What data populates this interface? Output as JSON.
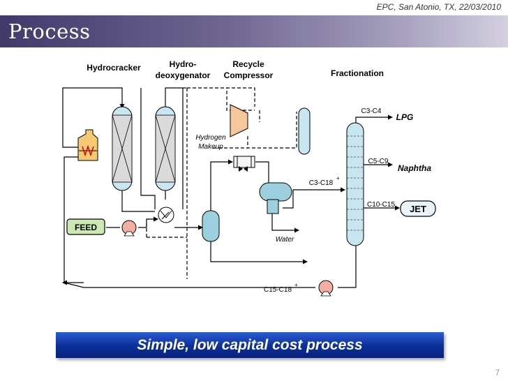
{
  "header": {
    "event": "EPC, San Atonio, TX, 22/03/2010"
  },
  "slide": {
    "title": "Process",
    "page_number": "7"
  },
  "diagram": {
    "labels": {
      "hydrocracker": "Hydrocracker",
      "hydro_line1": "Hydro-",
      "hydro_line2": "deoxygenator",
      "recycle_line1": "Recycle",
      "recycle_line2": "Compressor",
      "fractionation": "Fractionation",
      "hydrogen_line1": "Hydrogen",
      "hydrogen_line2": "Makeup",
      "feed": "FEED",
      "water": "Water",
      "c3c4": "C3-C4",
      "lpg": "LPG",
      "c5c9": "C5-C9",
      "naphtha": "Naphtha",
      "c3c18": "C3-C18",
      "c3c18_sup": "+",
      "c10c15": "C10-C15",
      "jet": "JET",
      "c15c18": "C15-C18",
      "c15c18_sup": "+"
    }
  },
  "footer": {
    "tagline": "Simple, low capital cost process"
  },
  "colors": {
    "vessel": "#c7e6ef",
    "heater": "#f5c872",
    "feed_box": "#cde8b0",
    "compressor": "#f6c79a",
    "separator": "#9cd0df"
  }
}
